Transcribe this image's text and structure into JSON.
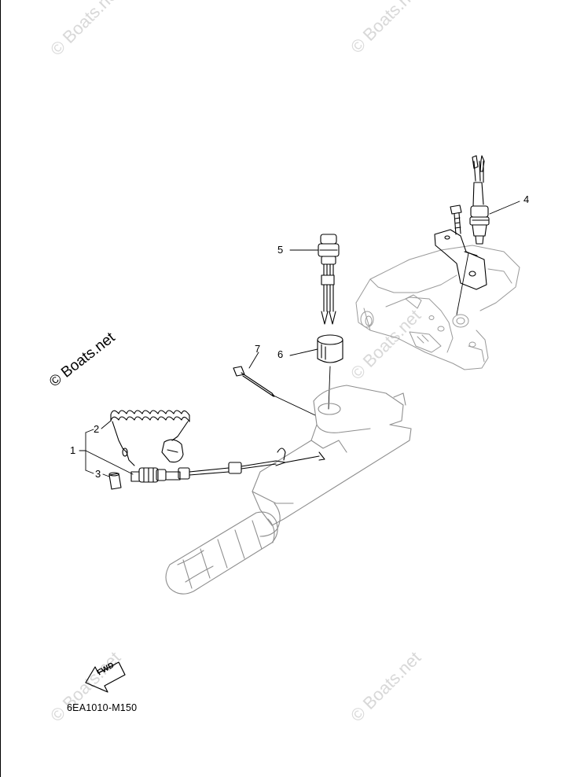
{
  "watermark": {
    "text": "© Boats.net",
    "dark_text": "© Boats.net"
  },
  "callouts": {
    "c1": "1",
    "c2": "2",
    "c3": "3",
    "c4": "4",
    "c5": "5",
    "c6": "6",
    "c7": "7"
  },
  "fwd_label": "FWD",
  "diagram_code": "6EA1010-M150"
}
